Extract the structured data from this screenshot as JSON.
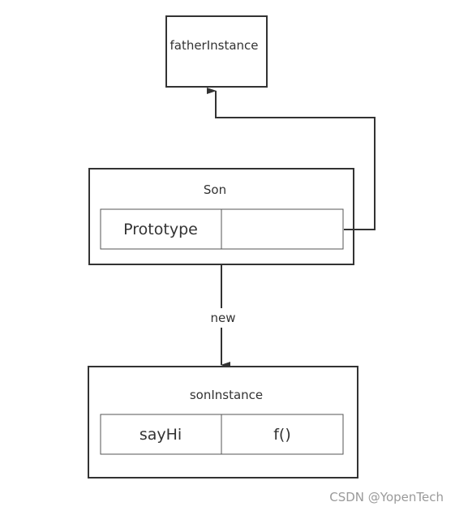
{
  "diagram": {
    "father_box": {
      "title": "fatherInstance"
    },
    "son_box": {
      "title": "Son",
      "row": {
        "key": "Prototype",
        "value": ""
      }
    },
    "edge_label": "new",
    "son_instance_box": {
      "title": "sonInstance",
      "row": {
        "key": "sayHi",
        "value": "f()"
      }
    }
  },
  "watermark": "CSDN @YopenTech"
}
